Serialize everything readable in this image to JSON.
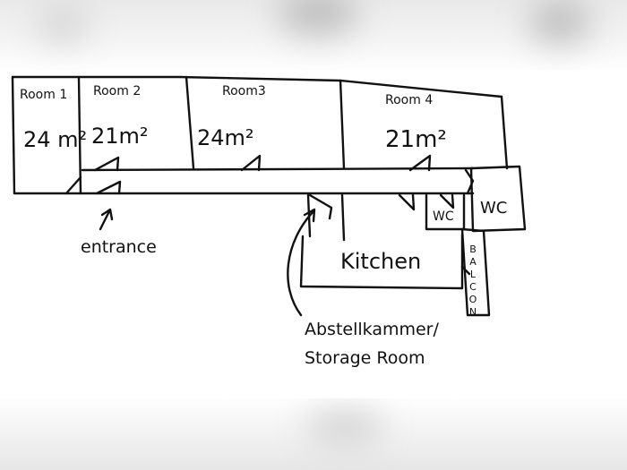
{
  "plan": {
    "rooms": [
      {
        "label": "Room 1",
        "area": "24 m²"
      },
      {
        "label": "Room 2",
        "area": "21m²"
      },
      {
        "label": "Room3",
        "area": "24m²"
      },
      {
        "label": "Room 4",
        "area": "21m²"
      }
    ],
    "wc_main": "WC",
    "wc_small": "WC",
    "kitchen": "Kitchen",
    "balcony": "BALCON",
    "entrance": "entrance",
    "storage_line1": "Abstellkammer/",
    "storage_line2": "Storage Room"
  },
  "colors": {
    "ink": "#111111",
    "paper": "#ffffff"
  }
}
